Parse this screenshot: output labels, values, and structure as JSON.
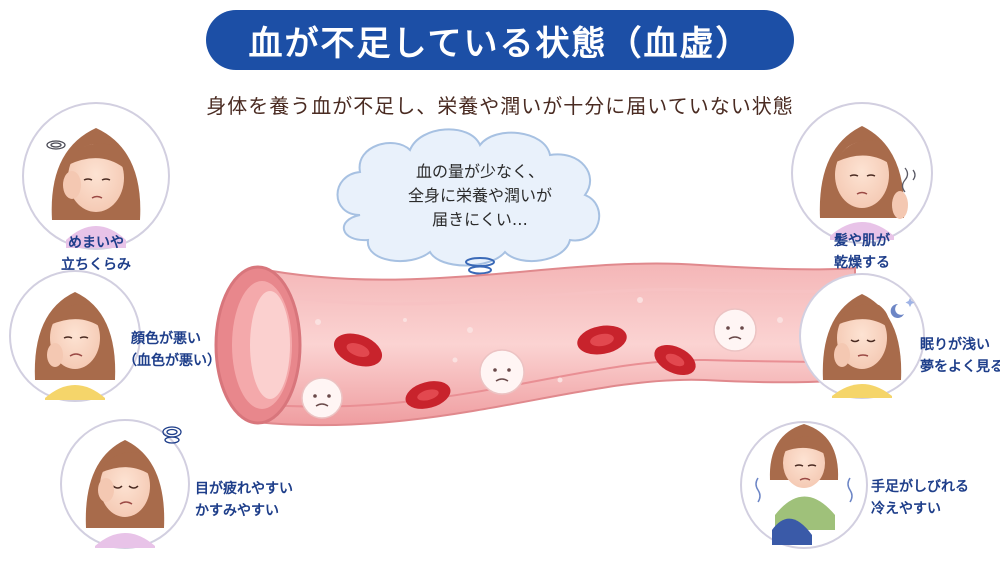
{
  "title": "血が不足している状態（血虚）",
  "subtitle": "身体を養う血が不足し、栄養や潤いが十分に届いていない状態",
  "cloud": {
    "lines": [
      "血の量が少なく、",
      "全身に栄養や潤いが",
      "届きにくい…"
    ]
  },
  "symptoms": {
    "dizziness": {
      "line1": "めまいや",
      "line2": "立ちくらみ"
    },
    "complexion": {
      "line1": "顔色が悪い",
      "line2": "（血色が悪い）"
    },
    "eyes": {
      "line1": "目が疲れやすい",
      "line2": "かすみやすい"
    },
    "dryness": {
      "line1": "髪や肌が",
      "line2": "乾燥する"
    },
    "sleep": {
      "line1": "眠りが浅い",
      "line2": "夢をよく見る"
    },
    "cold": {
      "line1": "手足がしびれる",
      "line2": "冷えやすい"
    }
  },
  "colors": {
    "title_bg": "#1c4fa6",
    "symptom_text": "#1e3e8a",
    "vessel": "#f2a4a6",
    "red_cell": "#c8232c"
  },
  "icons": [
    "woman-dizzy-icon",
    "woman-pale-icon",
    "woman-tired-eyes-icon",
    "woman-dry-skin-icon",
    "woman-sleep-icon",
    "woman-cold-icon",
    "red-blood-cell-icon",
    "pale-blood-cell-icon",
    "swirl-arrow-icon"
  ]
}
